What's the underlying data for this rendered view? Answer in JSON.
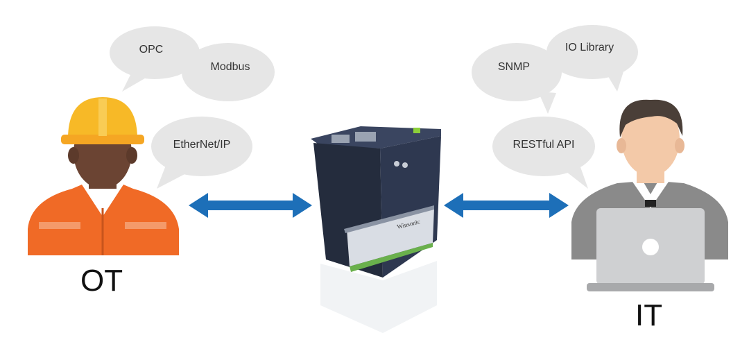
{
  "ot": {
    "label": "OT",
    "bubbles": [
      "OPC",
      "Modbus",
      "EtherNet/IP"
    ]
  },
  "it": {
    "label": "IT",
    "bubbles": [
      "SNMP",
      "IO Library",
      "RESTful API"
    ]
  },
  "device": {
    "brand": "Winsonic"
  },
  "colors": {
    "bubble": "#e6e6e6",
    "arrow": "#1d6fb8",
    "vest": "#f06a26",
    "helmet": "#f7b927",
    "device_body": "#2a3346"
  }
}
